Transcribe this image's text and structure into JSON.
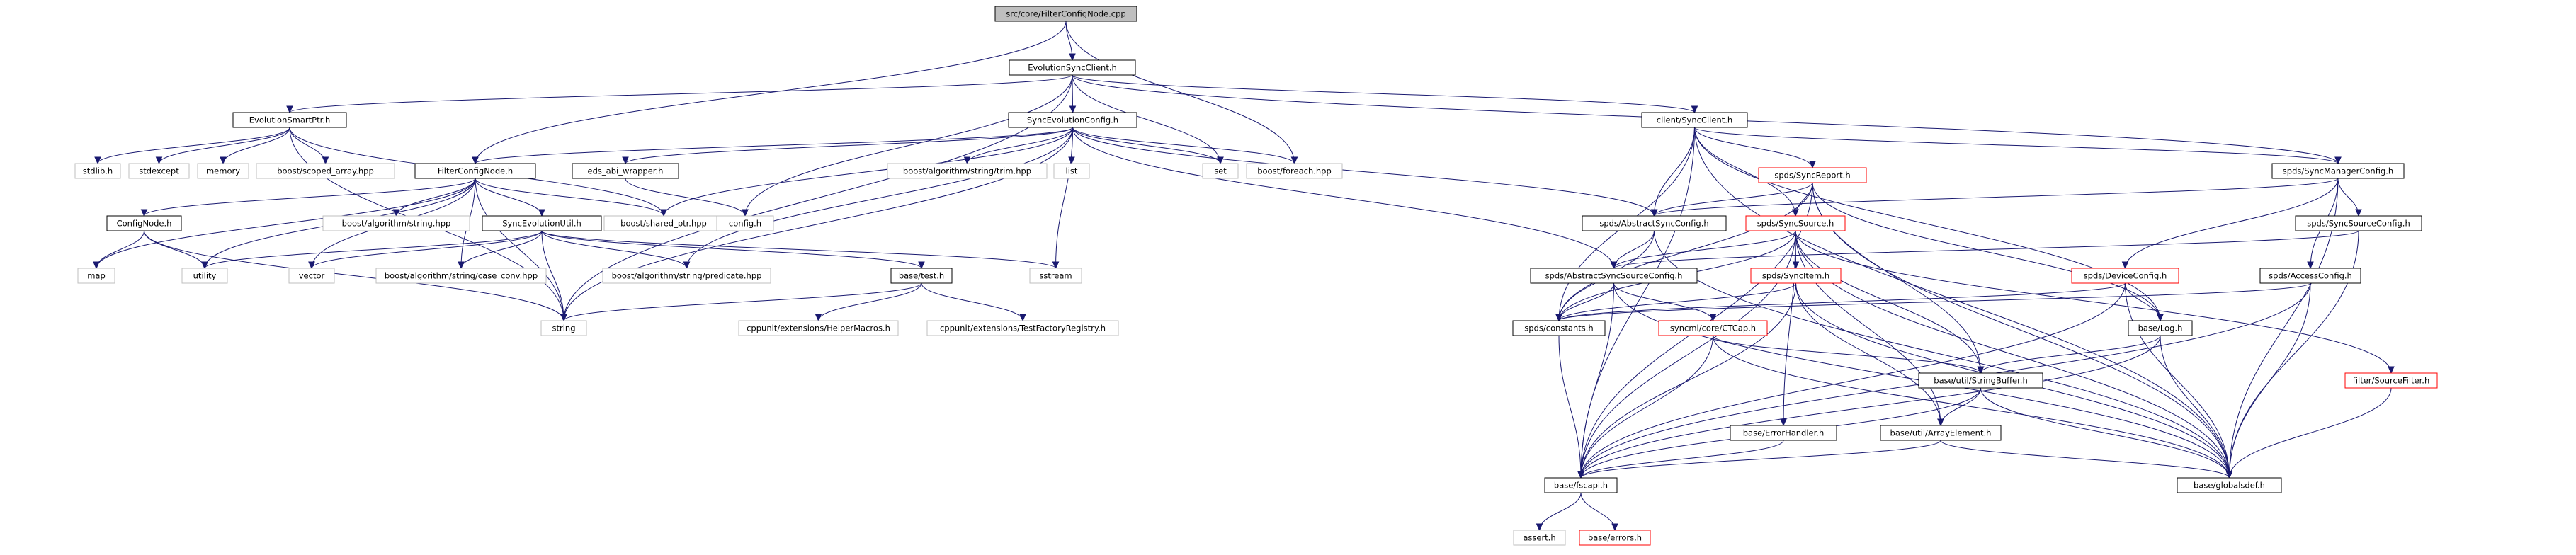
{
  "colors": {
    "edge": "#191970",
    "border_documented": "#000000",
    "border_undocumented": "#bfbfbf",
    "border_incomplete": "#ff0000",
    "fill_root": "#bfbfbf",
    "fill_default": "#ffffff"
  },
  "nodes": [
    {
      "id": "root",
      "label": "src/core/FilterConfigNode.cpp",
      "kind": "root"
    },
    {
      "id": "esc",
      "label": "EvolutionSyncClient.h",
      "kind": "documented"
    },
    {
      "id": "esp",
      "label": "EvolutionSmartPtr.h",
      "kind": "documented"
    },
    {
      "id": "sec",
      "label": "SyncEvolutionConfig.h",
      "kind": "documented"
    },
    {
      "id": "csc",
      "label": "client/SyncClient.h",
      "kind": "documented"
    },
    {
      "id": "stdlib",
      "label": "stdlib.h",
      "kind": "undocumented"
    },
    {
      "id": "stdexcept",
      "label": "stdexcept",
      "kind": "undocumented"
    },
    {
      "id": "memory",
      "label": "memory",
      "kind": "undocumented"
    },
    {
      "id": "bsa",
      "label": "boost/scoped_array.hpp",
      "kind": "undocumented"
    },
    {
      "id": "fcn",
      "label": "FilterConfigNode.h",
      "kind": "documented"
    },
    {
      "id": "eds",
      "label": "eds_abi_wrapper.h",
      "kind": "documented"
    },
    {
      "id": "bast",
      "label": "boost/algorithm/string/trim.hpp",
      "kind": "undocumented"
    },
    {
      "id": "list",
      "label": "list",
      "kind": "undocumented"
    },
    {
      "id": "set",
      "label": "set",
      "kind": "undocumented"
    },
    {
      "id": "bfe",
      "label": "boost/foreach.hpp",
      "kind": "undocumented"
    },
    {
      "id": "smc",
      "label": "spds/SyncManagerConfig.h",
      "kind": "documented"
    },
    {
      "id": "cn",
      "label": "ConfigNode.h",
      "kind": "documented"
    },
    {
      "id": "bas",
      "label": "boost/algorithm/string.hpp",
      "kind": "undocumented"
    },
    {
      "id": "seu",
      "label": "SyncEvolutionUtil.h",
      "kind": "documented"
    },
    {
      "id": "bsp",
      "label": "boost/shared_ptr.hpp",
      "kind": "undocumented"
    },
    {
      "id": "config",
      "label": "config.h",
      "kind": "undocumented"
    },
    {
      "id": "map",
      "label": "map",
      "kind": "undocumented"
    },
    {
      "id": "utility",
      "label": "utility",
      "kind": "undocumented"
    },
    {
      "id": "vector",
      "label": "vector",
      "kind": "undocumented"
    },
    {
      "id": "basc",
      "label": "boost/algorithm/string/case_conv.hpp",
      "kind": "undocumented"
    },
    {
      "id": "basp",
      "label": "boost/algorithm/string/predicate.hpp",
      "kind": "undocumented"
    },
    {
      "id": "bt",
      "label": "base/test.h",
      "kind": "documented"
    },
    {
      "id": "sstream",
      "label": "sstream",
      "kind": "undocumented"
    },
    {
      "id": "string",
      "label": "string",
      "kind": "undocumented"
    },
    {
      "id": "hm",
      "label": "cppunit/extensions/HelperMacros.h",
      "kind": "undocumented"
    },
    {
      "id": "tfr",
      "label": "cppunit/extensions/TestFactoryRegistry.h",
      "kind": "undocumented"
    },
    {
      "id": "srep",
      "label": "spds/SyncReport.h",
      "kind": "incomplete"
    },
    {
      "id": "asc",
      "label": "spds/AbstractSyncConfig.h",
      "kind": "documented"
    },
    {
      "id": "ss",
      "label": "spds/SyncSource.h",
      "kind": "incomplete"
    },
    {
      "id": "sscfg",
      "label": "spds/SyncSourceConfig.h",
      "kind": "documented"
    },
    {
      "id": "assc",
      "label": "spds/AbstractSyncSourceConfig.h",
      "kind": "documented"
    },
    {
      "id": "si",
      "label": "spds/SyncItem.h",
      "kind": "incomplete"
    },
    {
      "id": "dc",
      "label": "spds/DeviceConfig.h",
      "kind": "incomplete"
    },
    {
      "id": "ac",
      "label": "spds/AccessConfig.h",
      "kind": "documented"
    },
    {
      "id": "const",
      "label": "spds/constants.h",
      "kind": "documented"
    },
    {
      "id": "ctcap",
      "label": "syncml/core/CTCap.h",
      "kind": "incomplete"
    },
    {
      "id": "log",
      "label": "base/Log.h",
      "kind": "documented"
    },
    {
      "id": "sbuf",
      "label": "base/util/StringBuffer.h",
      "kind": "documented"
    },
    {
      "id": "sf",
      "label": "filter/SourceFilter.h",
      "kind": "incomplete"
    },
    {
      "id": "eh",
      "label": "base/ErrorHandler.h",
      "kind": "documented"
    },
    {
      "id": "ae",
      "label": "base/util/ArrayElement.h",
      "kind": "documented"
    },
    {
      "id": "fs",
      "label": "base/fscapi.h",
      "kind": "documented"
    },
    {
      "id": "gd",
      "label": "base/globalsdef.h",
      "kind": "documented"
    },
    {
      "id": "assert",
      "label": "assert.h",
      "kind": "undocumented"
    },
    {
      "id": "errors",
      "label": "base/errors.h",
      "kind": "incomplete"
    }
  ],
  "edges": [
    [
      "root",
      "esc"
    ],
    [
      "root",
      "fcn"
    ],
    [
      "root",
      "bfe"
    ],
    [
      "esc",
      "esp"
    ],
    [
      "esc",
      "sec"
    ],
    [
      "esc",
      "csc"
    ],
    [
      "esc",
      "string"
    ],
    [
      "esc",
      "set"
    ],
    [
      "esc",
      "config"
    ],
    [
      "esc",
      "smc"
    ],
    [
      "esp",
      "stdlib"
    ],
    [
      "esp",
      "stdexcept"
    ],
    [
      "esp",
      "memory"
    ],
    [
      "esp",
      "bsa"
    ],
    [
      "esp",
      "string"
    ],
    [
      "esp",
      "bsp"
    ],
    [
      "sec",
      "fcn"
    ],
    [
      "sec",
      "eds"
    ],
    [
      "sec",
      "bast"
    ],
    [
      "sec",
      "list"
    ],
    [
      "sec",
      "set"
    ],
    [
      "sec",
      "bfe"
    ],
    [
      "sec",
      "bsp"
    ],
    [
      "sec",
      "basp"
    ],
    [
      "sec",
      "sstream"
    ],
    [
      "sec",
      "string"
    ],
    [
      "sec",
      "asc"
    ],
    [
      "sec",
      "assc"
    ],
    [
      "csc",
      "srep"
    ],
    [
      "csc",
      "ss"
    ],
    [
      "csc",
      "asc"
    ],
    [
      "csc",
      "fs"
    ],
    [
      "csc",
      "log"
    ],
    [
      "csc",
      "const"
    ],
    [
      "csc",
      "smc"
    ],
    [
      "csc",
      "gd"
    ],
    [
      "fcn",
      "cn"
    ],
    [
      "fcn",
      "bas"
    ],
    [
      "fcn",
      "seu"
    ],
    [
      "fcn",
      "bsp"
    ],
    [
      "fcn",
      "map"
    ],
    [
      "fcn",
      "utility"
    ],
    [
      "fcn",
      "vector"
    ],
    [
      "fcn",
      "basc"
    ],
    [
      "fcn",
      "string"
    ],
    [
      "eds",
      "config"
    ],
    [
      "cn",
      "map"
    ],
    [
      "cn",
      "utility"
    ],
    [
      "cn",
      "string"
    ],
    [
      "seu",
      "utility"
    ],
    [
      "seu",
      "vector"
    ],
    [
      "seu",
      "basc"
    ],
    [
      "seu",
      "basp"
    ],
    [
      "seu",
      "bt"
    ],
    [
      "seu",
      "sstream"
    ],
    [
      "seu",
      "string"
    ],
    [
      "bt",
      "string"
    ],
    [
      "bt",
      "hm"
    ],
    [
      "bt",
      "tfr"
    ],
    [
      "smc",
      "asc"
    ],
    [
      "smc",
      "dc"
    ],
    [
      "smc",
      "sscfg"
    ],
    [
      "smc",
      "ac"
    ],
    [
      "smc",
      "gd"
    ],
    [
      "srep",
      "asc"
    ],
    [
      "srep",
      "ss"
    ],
    [
      "srep",
      "const"
    ],
    [
      "srep",
      "log"
    ],
    [
      "srep",
      "sbuf"
    ],
    [
      "srep",
      "fs"
    ],
    [
      "srep",
      "gd"
    ],
    [
      "asc",
      "assc"
    ],
    [
      "asc",
      "const"
    ],
    [
      "asc",
      "gd"
    ],
    [
      "ss",
      "assc"
    ],
    [
      "ss",
      "si"
    ],
    [
      "ss",
      "const"
    ],
    [
      "ss",
      "sf"
    ],
    [
      "ss",
      "sbuf"
    ],
    [
      "ss",
      "eh"
    ],
    [
      "ss",
      "ae"
    ],
    [
      "ss",
      "fs"
    ],
    [
      "ss",
      "gd"
    ],
    [
      "sscfg",
      "assc"
    ],
    [
      "sscfg",
      "gd"
    ],
    [
      "assc",
      "const"
    ],
    [
      "assc",
      "ctcap"
    ],
    [
      "assc",
      "fs"
    ],
    [
      "assc",
      "gd"
    ],
    [
      "si",
      "const"
    ],
    [
      "si",
      "ae"
    ],
    [
      "si",
      "fs"
    ],
    [
      "si",
      "gd"
    ],
    [
      "dc",
      "log"
    ],
    [
      "dc",
      "const"
    ],
    [
      "dc",
      "fs"
    ],
    [
      "dc",
      "gd"
    ],
    [
      "ac",
      "const"
    ],
    [
      "ac",
      "fs"
    ],
    [
      "ac",
      "gd"
    ],
    [
      "const",
      "fs"
    ],
    [
      "ctcap",
      "sbuf"
    ],
    [
      "ctcap",
      "fs"
    ],
    [
      "ctcap",
      "gd"
    ],
    [
      "log",
      "sbuf"
    ],
    [
      "log",
      "fs"
    ],
    [
      "log",
      "gd"
    ],
    [
      "sbuf",
      "ae"
    ],
    [
      "sbuf",
      "fs"
    ],
    [
      "sbuf",
      "gd"
    ],
    [
      "sf",
      "gd"
    ],
    [
      "eh",
      "fs"
    ],
    [
      "ae",
      "fs"
    ],
    [
      "ae",
      "gd"
    ],
    [
      "fs",
      "assert"
    ],
    [
      "fs",
      "errors"
    ]
  ]
}
